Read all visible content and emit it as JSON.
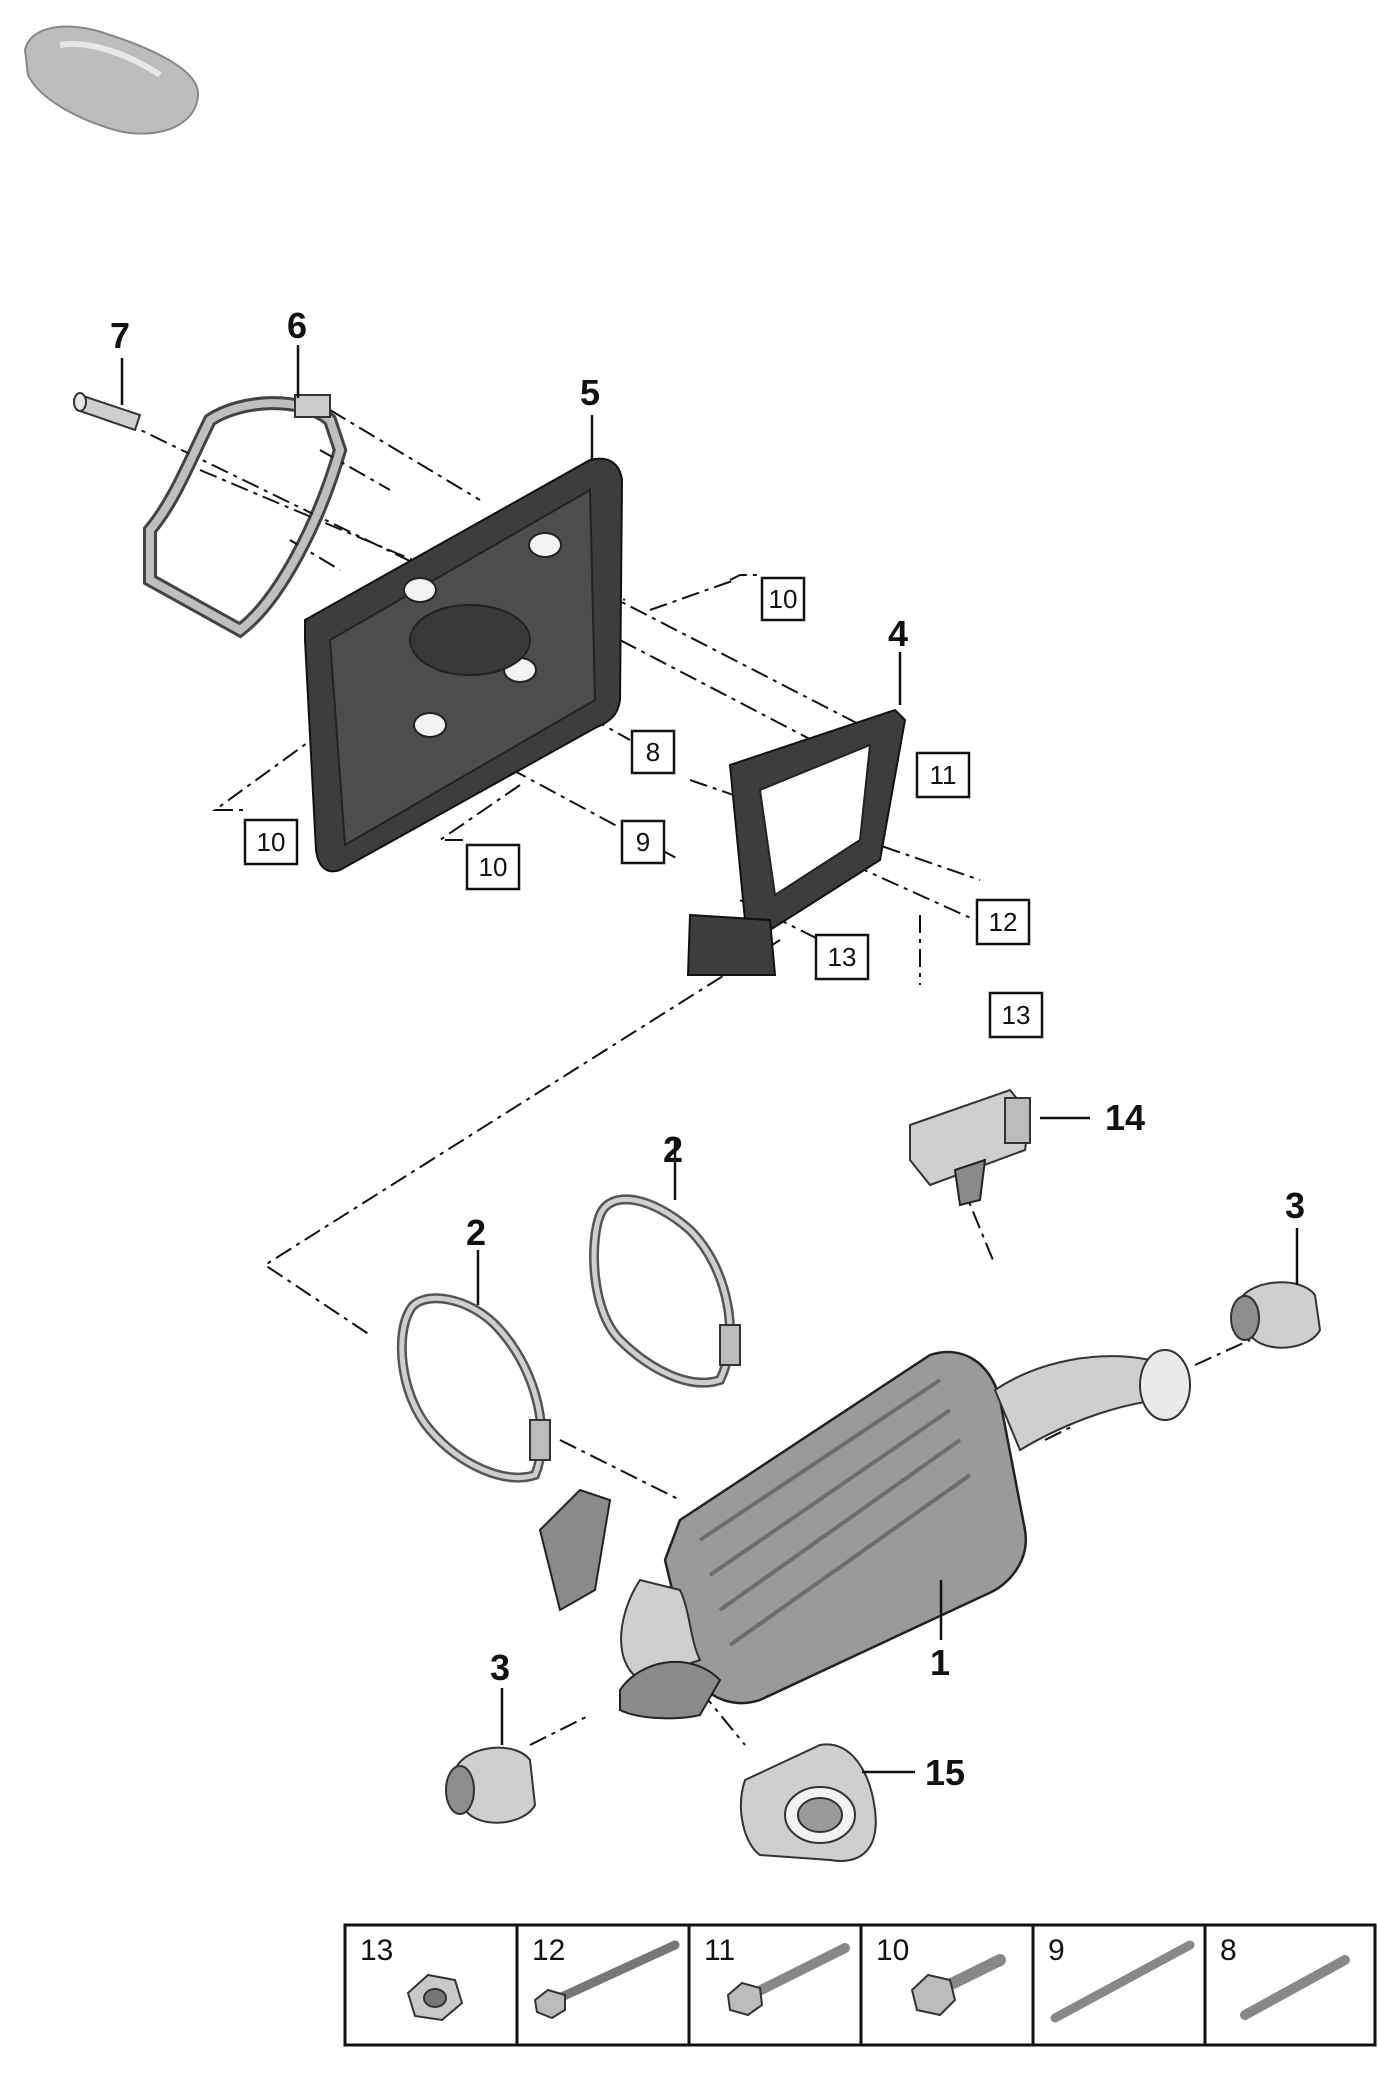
{
  "callouts": {
    "c1": "1",
    "c2a": "2",
    "c2b": "2",
    "c3a": "3",
    "c3b": "3",
    "c4": "4",
    "c5": "5",
    "c6": "6",
    "c7": "7",
    "c14": "14",
    "c15": "15"
  },
  "boxed_refs": {
    "r10a": "10",
    "r10b": "10",
    "r10c": "10",
    "r8": "8",
    "r9": "9",
    "r11": "11",
    "r12": "12",
    "r13a": "13",
    "r13b": "13"
  },
  "legend": [
    {
      "number": "13",
      "icon": "flange-nut-icon"
    },
    {
      "number": "12",
      "icon": "long-bolt-icon"
    },
    {
      "number": "11",
      "icon": "flange-bolt-icon"
    },
    {
      "number": "10",
      "icon": "hex-bolt-icon"
    },
    {
      "number": "9",
      "icon": "stud-icon"
    },
    {
      "number": "8",
      "icon": "short-stud-icon"
    }
  ],
  "colors": {
    "line": "#111111",
    "part_dark": "#3d3d3d",
    "part_light": "#cfcfcf"
  }
}
